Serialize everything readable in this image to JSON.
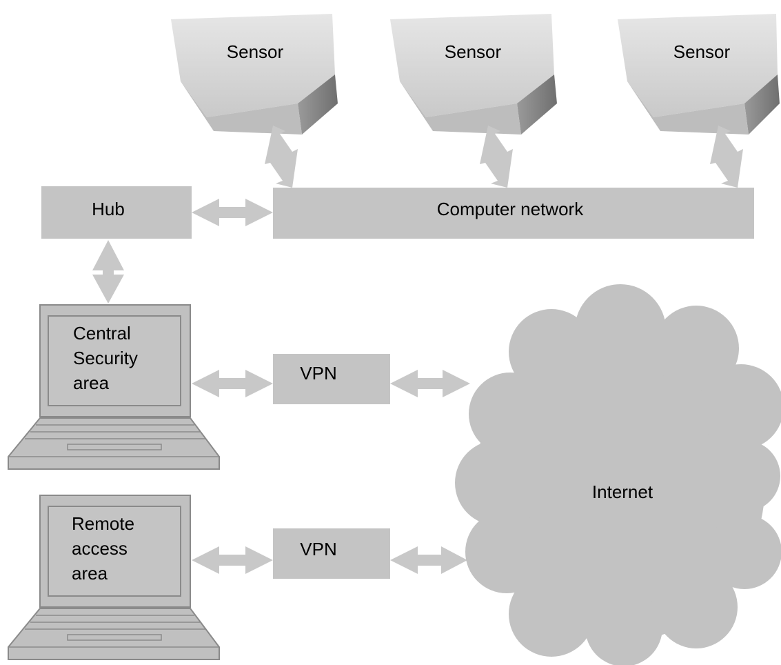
{
  "colors": {
    "box_fill": "#c4c4c4",
    "arrow_fill": "#c8c8c8",
    "laptop_fill": "#c0c0c0",
    "laptop_stroke": "#8a8a8a",
    "cloud_fill": "#c2c2c2",
    "sensor_fill": "#d0d0d0",
    "text": "#000000"
  },
  "sensors": [
    {
      "label": "Sensor"
    },
    {
      "label": "Sensor"
    },
    {
      "label": "Sensor"
    }
  ],
  "hub": {
    "label": "Hub"
  },
  "network": {
    "label": "Computer network"
  },
  "central_laptop": {
    "label_lines": [
      "Central",
      "Security",
      "area"
    ]
  },
  "remote_laptop": {
    "label_lines": [
      "Remote",
      "access",
      "area"
    ]
  },
  "vpn_top": {
    "label": "VPN"
  },
  "vpn_bottom": {
    "label": "VPN"
  },
  "internet": {
    "label": "Internet"
  }
}
